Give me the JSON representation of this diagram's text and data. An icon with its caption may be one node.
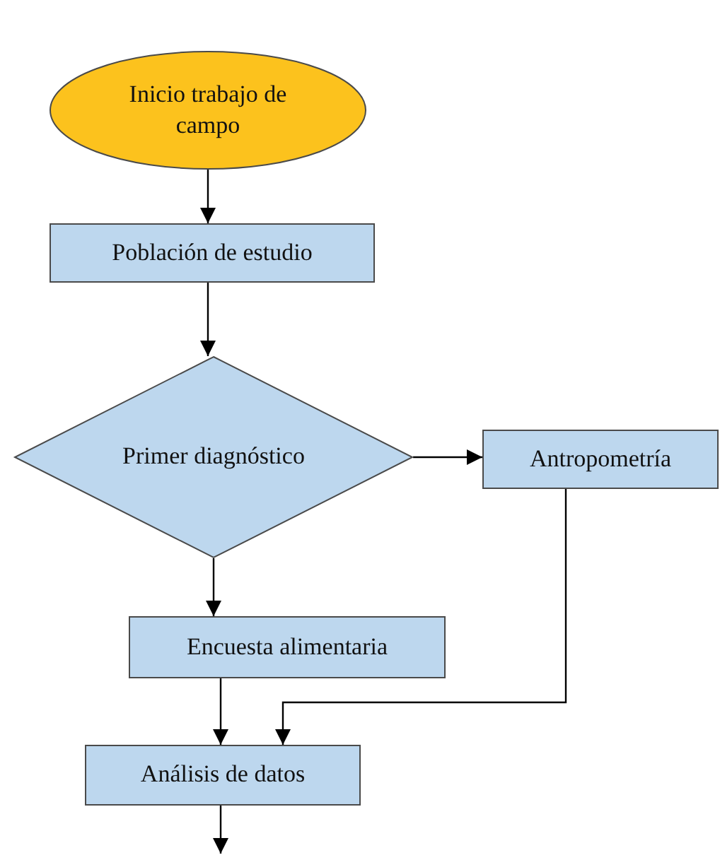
{
  "diagram": {
    "nodes": [
      {
        "text": [
          "Inicio trabajo de campo"
        ]
      },
      {
        "text": [
          "Población de estudio"
        ]
      },
      {
        "text": [
          "Primer diagnóstico"
        ]
      },
      {
        "text": [
          "Antropometría"
        ]
      },
      {
        "text": [
          "Encuesta alimentaria"
        ]
      },
      {
        "text": [
          "Análisis de datos"
        ]
      }
    ],
    "edges": [
      {
        "from": 0,
        "to": 1,
        "arrow": "to"
      },
      {
        "from": 1,
        "to": 2,
        "arrow": "to"
      },
      {
        "from": 2,
        "to": 3,
        "arrow": "to"
      },
      {
        "from": 2,
        "to": 4,
        "arrow": "to"
      },
      {
        "from": 3,
        "to": 5,
        "arrow": "to"
      },
      {
        "from": 4,
        "to": 5,
        "arrow": "to"
      },
      {
        "from": 5,
        "to": null,
        "arrow": "to"
      }
    ]
  }
}
